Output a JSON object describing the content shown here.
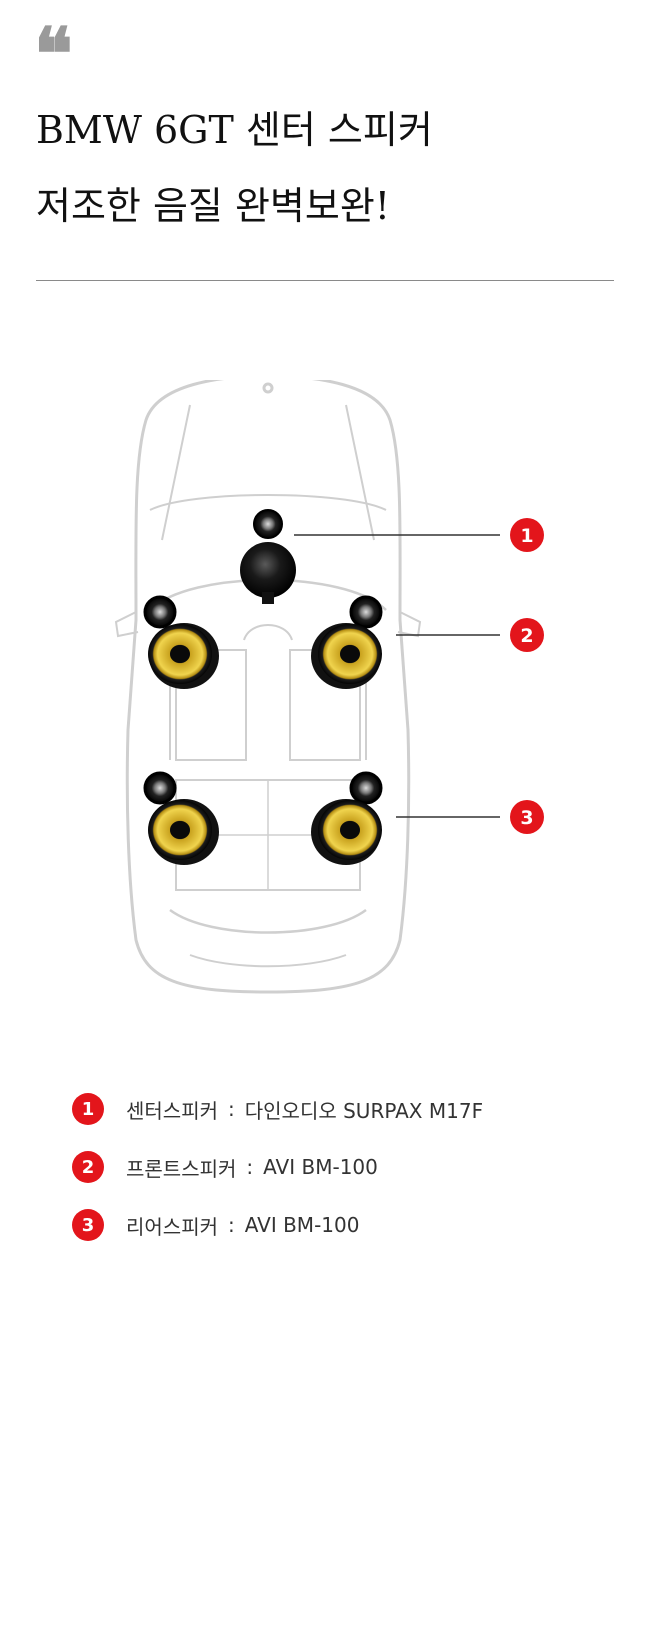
{
  "quote_mark": "❝",
  "headline": {
    "line1": "BMW 6GT 센터 스피커",
    "line2": "저조한 음질 완벽보완!"
  },
  "callouts": [
    "1",
    "2",
    "3"
  ],
  "legend": [
    {
      "number": "1",
      "name": "센터스피커",
      "separator": ":",
      "product": "다인오디오 SURPAX M17F"
    },
    {
      "number": "2",
      "name": "프론트스피커",
      "separator": ":",
      "product": "AVI BM-100"
    },
    {
      "number": "3",
      "name": "리어스피커",
      "separator": ":",
      "product": "AVI BM-100"
    }
  ],
  "colors": {
    "badge_red": "#e3151b",
    "speaker_yellow": "#e8c53a",
    "car_outline": "#c8c8c8"
  }
}
